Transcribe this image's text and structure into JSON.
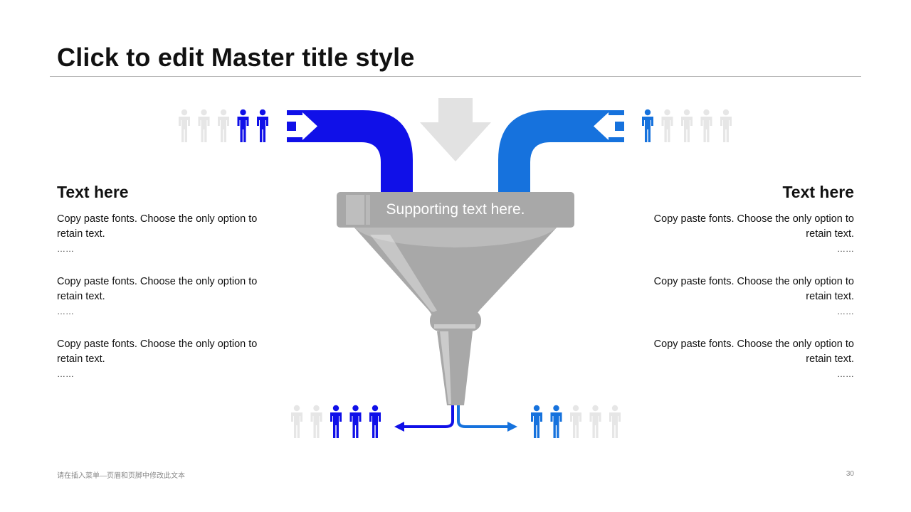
{
  "slide": {
    "title": "Click to edit Master title style",
    "footer": "请在插入菜单—页眉和页脚中修改此文本",
    "page_number": "30"
  },
  "funnel": {
    "label": "Supporting text here."
  },
  "left_column": {
    "heading": "Text here",
    "paragraphs": [
      {
        "text": "Copy paste fonts. Choose the only option to retain text.",
        "dots": "……"
      },
      {
        "text": "Copy paste fonts. Choose the only option to retain text.",
        "dots": "……"
      },
      {
        "text": "Copy paste fonts. Choose the only option to retain text.",
        "dots": "……"
      }
    ]
  },
  "right_column": {
    "heading": "Text here",
    "paragraphs": [
      {
        "text": "Copy paste fonts. Choose the only option to retain text.",
        "dots": "……"
      },
      {
        "text": "Copy paste fonts. Choose the only option to retain text.",
        "dots": "……"
      },
      {
        "text": "Copy paste fonts. Choose the only option to retain text.",
        "dots": "……"
      }
    ]
  },
  "people_groups": {
    "top_left": {
      "count": 5,
      "highlighted": 2,
      "highlight_side": "end",
      "color": "#1010e8"
    },
    "top_right": {
      "count": 5,
      "highlighted": 1,
      "highlight_side": "start",
      "color": "#1672dd"
    },
    "bottom_left": {
      "count": 5,
      "highlighted": 3,
      "highlight_side": "end",
      "color": "#1010e8"
    },
    "bottom_right": {
      "count": 5,
      "highlighted": 2,
      "highlight_side": "start",
      "color": "#1672dd"
    }
  },
  "colors": {
    "primary_blue": "#1010e8",
    "secondary_blue": "#1672dd",
    "funnel_gray": "#a8a8a8",
    "inactive_person": "#e6e6e6",
    "down_arrow": "#e2e2e2"
  }
}
